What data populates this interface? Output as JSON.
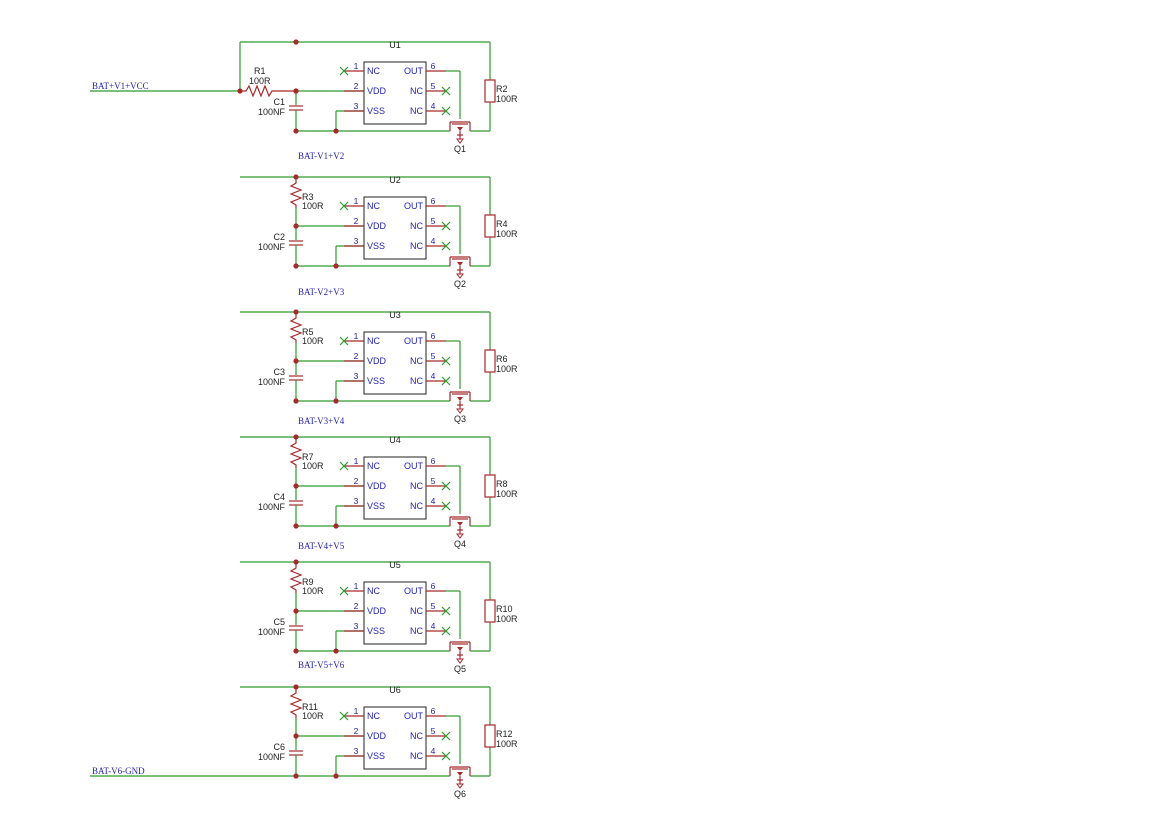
{
  "nets": {
    "input": "BAT+V1+VCC",
    "ground": "BAT-V6-GND",
    "taps": [
      "BAT-V1+V2",
      "BAT-V2+V3",
      "BAT-V3+V4",
      "BAT-V4+V5",
      "BAT-V5+V6"
    ]
  },
  "r1": {
    "ref": "R1",
    "value": "100R"
  },
  "cells": [
    {
      "u": "U1",
      "q": "Q1",
      "c": "C1",
      "c_val": "100NF",
      "r_out": "R2",
      "r_out_val": "100R"
    },
    {
      "u": "U2",
      "q": "Q2",
      "c": "C2",
      "c_val": "100NF",
      "r_in": "R3",
      "r_in_val": "100R",
      "r_out": "R4",
      "r_out_val": "100R"
    },
    {
      "u": "U3",
      "q": "Q3",
      "c": "C3",
      "c_val": "100NF",
      "r_in": "R5",
      "r_in_val": "100R",
      "r_out": "R6",
      "r_out_val": "100R"
    },
    {
      "u": "U4",
      "q": "Q4",
      "c": "C4",
      "c_val": "100NF",
      "r_in": "R7",
      "r_in_val": "100R",
      "r_out": "R8",
      "r_out_val": "100R"
    },
    {
      "u": "U5",
      "q": "Q5",
      "c": "C5",
      "c_val": "100NF",
      "r_in": "R9",
      "r_in_val": "100R",
      "r_out": "R10",
      "r_out_val": "100R"
    },
    {
      "u": "U6",
      "q": "Q6",
      "c": "C6",
      "c_val": "100NF",
      "r_in": "R11",
      "r_in_val": "100R",
      "r_out": "R12",
      "r_out_val": "100R"
    }
  ],
  "pins": {
    "left": [
      {
        "num": "1",
        "name": "NC"
      },
      {
        "num": "2",
        "name": "VDD"
      },
      {
        "num": "3",
        "name": "VSS"
      }
    ],
    "right": [
      {
        "num": "6",
        "name": "OUT"
      },
      {
        "num": "5",
        "name": "NC"
      },
      {
        "num": "4",
        "name": "NC"
      }
    ]
  },
  "colors": {
    "wire": "#2e9b2e",
    "component": "#a52a2a",
    "text": "#1f1fb0",
    "label": "#222222"
  }
}
